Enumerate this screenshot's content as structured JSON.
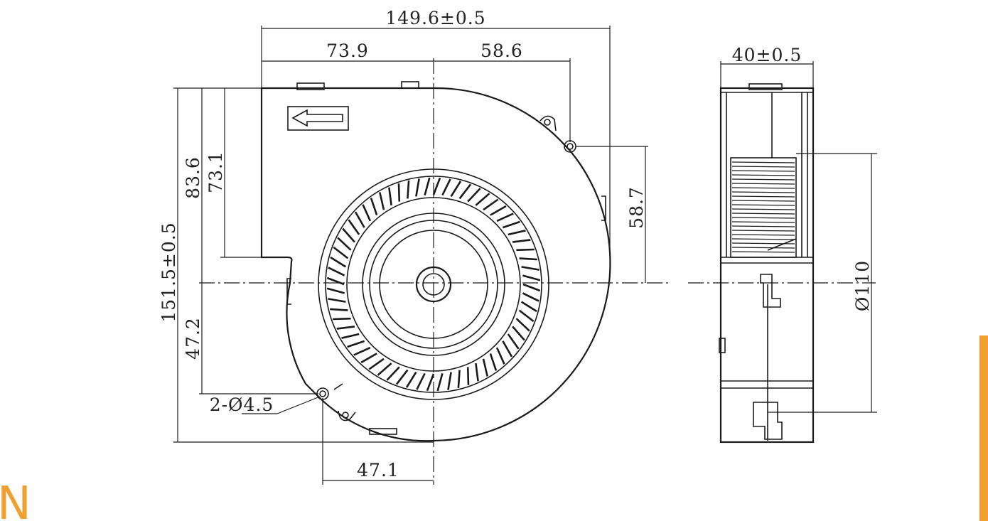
{
  "colors": {
    "ink": "#1a1a1a",
    "accent": "#f0a030",
    "background": "#ffffff"
  },
  "front_view": {
    "overall_width": "149.6±0.5",
    "left_to_center": "73.9",
    "center_to_right_hole": "58.6",
    "overall_height": "151.5±0.5",
    "top_to_center": "83.6",
    "top_to_outlet": "73.1",
    "right_hole_to_center": "58.7",
    "center_to_bottom_hole": "47.2",
    "mounting_holes": "2-Ø4.5",
    "bottom_hole_to_center": "47.1"
  },
  "side_view": {
    "thickness": "40±0.5",
    "impeller_diameter": "Ø110"
  },
  "brand": {
    "partial_letter": "N"
  }
}
